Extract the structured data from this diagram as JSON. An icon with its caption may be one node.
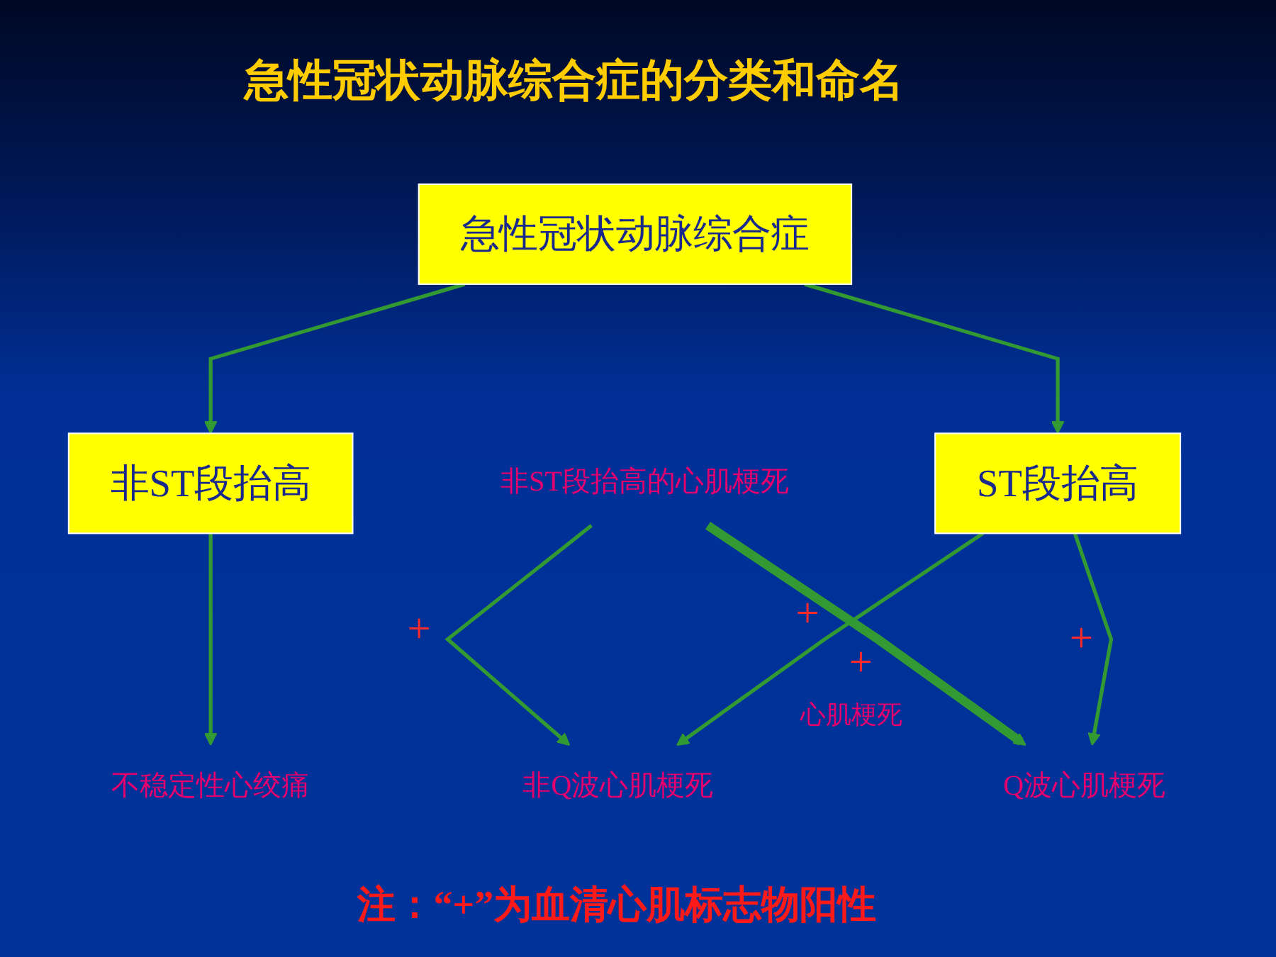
{
  "diagram": {
    "title": "急性冠状动脉综合症的分类和命名",
    "nodes": [
      {
        "text": [
          "急性冠状动脉综合症"
        ]
      },
      {
        "text": [
          "非ST段抬高"
        ]
      },
      {
        "text": [
          "ST段抬高"
        ]
      },
      {
        "text": [
          "非ST段抬高的心肌梗死"
        ]
      },
      {
        "text": [
          "不稳定性心绞痛"
        ]
      },
      {
        "text": [
          "非Q波心肌梗死"
        ]
      },
      {
        "text": [
          "Q波心肌梗死"
        ]
      }
    ],
    "edges": [
      {
        "from": 0,
        "to": 1,
        "arrow": "to"
      },
      {
        "from": 0,
        "to": 2,
        "arrow": "to"
      },
      {
        "from": 1,
        "to": 4,
        "arrow": "to"
      },
      {
        "from": 3,
        "to": 5,
        "arrow": "to",
        "label": "+"
      },
      {
        "from": 3,
        "to": 6,
        "arrow": "to",
        "label": "+",
        "style": "thick"
      },
      {
        "from": 2,
        "to": 5,
        "arrow": "to",
        "label": "+"
      },
      {
        "from": 2,
        "to": 6,
        "arrow": "to",
        "label": "+"
      }
    ],
    "labels": [
      "心肌梗死"
    ],
    "caption": "注：“+”为血清心肌标志物阳性"
  }
}
